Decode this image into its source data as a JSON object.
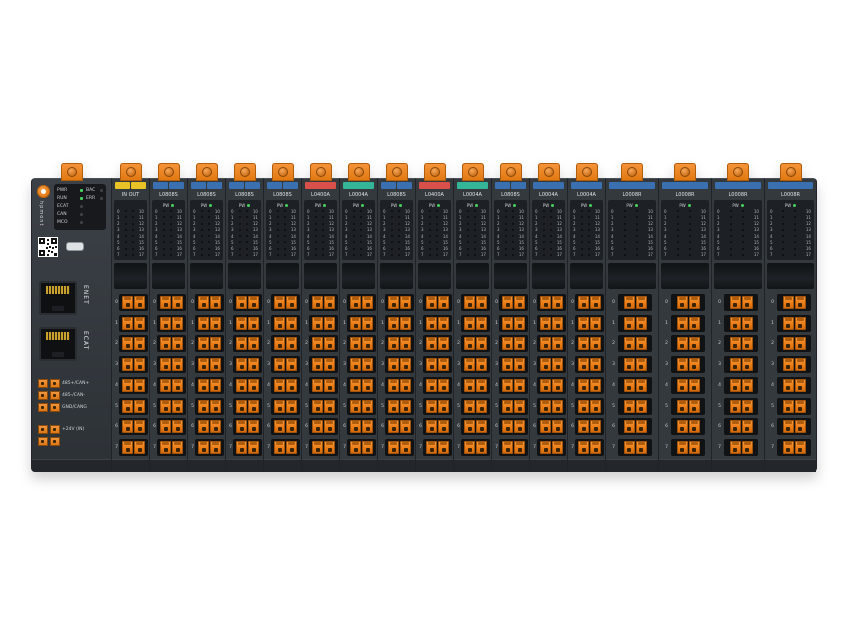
{
  "brand": "hpmont",
  "controller": {
    "leds_left": [
      "PWR",
      "RUN",
      "ECAT",
      "CAN",
      "MCO"
    ],
    "leds_right": [
      "BAC",
      "ERR"
    ],
    "led_on": [
      "PWR",
      "RUN"
    ],
    "port_labels": [
      "ENET",
      "ECAT"
    ],
    "comm_terminal_labels": [
      "485+/CAN+",
      "485-/CAN-",
      "GND/CANG"
    ],
    "power_terminal_labels": [
      "+24V (IN)"
    ]
  },
  "shared": {
    "pw_label": "PW",
    "channels_left": [
      "0",
      "1",
      "2",
      "3",
      "4",
      "5",
      "6",
      "7"
    ],
    "channels_right": [
      "10",
      "11",
      "12",
      "13",
      "14",
      "15",
      "16",
      "17"
    ]
  },
  "colors": {
    "accent_orange": "#ee7f1f",
    "tag_yellow": "#e9c227",
    "tag_blue": "#3a6fb0",
    "tag_red": "#d94f4a",
    "tag_teal": "#35b598",
    "led_green": "#49d05e",
    "led_off": "#3a4045"
  },
  "modules": [
    {
      "kind": "slim",
      "name": "IN OUT",
      "tags": [
        "tag_yellow",
        "tag_yellow"
      ],
      "pw": false
    },
    {
      "kind": "slim",
      "name": "L0808S",
      "tags": [
        "tag_blue",
        "tag_blue"
      ],
      "pw": true
    },
    {
      "kind": "slim",
      "name": "L0808S",
      "tags": [
        "tag_blue",
        "tag_blue"
      ],
      "pw": true
    },
    {
      "kind": "slim",
      "name": "L0808S",
      "tags": [
        "tag_blue",
        "tag_blue"
      ],
      "pw": true
    },
    {
      "kind": "slim",
      "name": "L0808S",
      "tags": [
        "tag_blue",
        "tag_blue"
      ],
      "pw": true
    },
    {
      "kind": "slim",
      "name": "L0400A",
      "tags": [
        "tag_red"
      ],
      "pw": true
    },
    {
      "kind": "slim",
      "name": "L0004A",
      "tags": [
        "tag_teal"
      ],
      "pw": true
    },
    {
      "kind": "slim",
      "name": "L0808S",
      "tags": [
        "tag_blue",
        "tag_blue"
      ],
      "pw": true
    },
    {
      "kind": "slim",
      "name": "L0400A",
      "tags": [
        "tag_red"
      ],
      "pw": true
    },
    {
      "kind": "slim",
      "name": "L0004A",
      "tags": [
        "tag_teal"
      ],
      "pw": true
    },
    {
      "kind": "slim",
      "name": "L0808S",
      "tags": [
        "tag_blue",
        "tag_blue"
      ],
      "pw": true
    },
    {
      "kind": "slim",
      "name": "L0004A",
      "tags": [
        "tag_blue"
      ],
      "pw": true
    },
    {
      "kind": "slim",
      "name": "L0004A",
      "tags": [
        "tag_blue"
      ],
      "pw": true
    },
    {
      "kind": "wide",
      "name": "L0008R",
      "tags": [
        "tag_blue"
      ],
      "pw": true
    },
    {
      "kind": "wide",
      "name": "L0008R",
      "tags": [
        "tag_blue"
      ],
      "pw": true
    },
    {
      "kind": "wide",
      "name": "L0008R",
      "tags": [
        "tag_blue"
      ],
      "pw": true
    },
    {
      "kind": "wide",
      "name": "L0008R",
      "tags": [
        "tag_blue"
      ],
      "pw": true
    }
  ]
}
